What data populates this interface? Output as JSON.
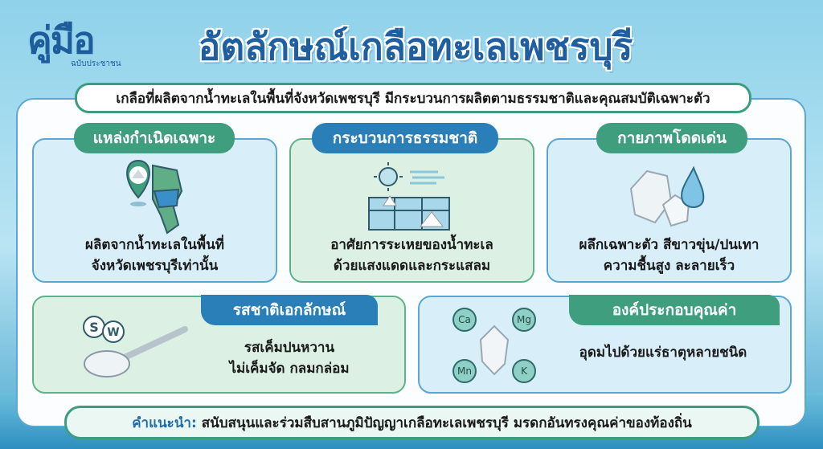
{
  "logo": {
    "text": "คู่มือ",
    "subtitle": "ฉบับประชาชน"
  },
  "title": "อัตลักษณ์เกลือทะเลเพชรบุรี",
  "subtitle": "เกลือที่ผลิตจากน้ำทะเลในพื้นที่จังหวัดเพชรบุรี มีกระบวนการผลิตตามธรรมชาติและคุณสมบัติเฉพาะตัว",
  "cards": [
    {
      "title": "แหล่งกำเนิดเฉพาะ",
      "lines": [
        "ผลิตจากน้ำทะเลในพื้นที่",
        "จังหวัดเพชรบุรีเท่านั้น"
      ],
      "icon": "map-pin-icon"
    },
    {
      "title": "กระบวนการธรรมชาติ",
      "lines": [
        "อาศัยการระเหยของน้ำทะเล",
        "ด้วยแสงแดดและกระแสลม"
      ],
      "icon": "sun-wind-salt-field-icon"
    },
    {
      "title": "กายภาพโดดเด่น",
      "lines": [
        "ผลึกเฉพาะตัว สีขาวขุ่น/ปนเทา",
        "ความชื้นสูง ละลายเร็ว"
      ],
      "icon": "salt-crystal-drop-icon"
    },
    {
      "title": "รสชาติเอกลักษณ์",
      "lines": [
        "รสเค็มปนหวาน",
        "ไม่เค็มจัด กลมกล่อม"
      ],
      "icon": "spoon-icon",
      "badges": [
        "S",
        "W"
      ]
    },
    {
      "title": "องค์ประกอบคุณค่า",
      "lines": [
        "อุดมไปด้วยแร่ธาตุหลายชนิด"
      ],
      "icon": "minerals-icon",
      "minerals": [
        "Ca",
        "Mg",
        "Mn",
        "K"
      ]
    }
  ],
  "footer": {
    "label": "คำแนะนำ:",
    "text": "สนับสนุนและร่วมสืบสานภูมิปัญญาเกลือทะเลเพชรบุรี มรดกอันทรงคุณค่าของท้องถิ่น"
  }
}
